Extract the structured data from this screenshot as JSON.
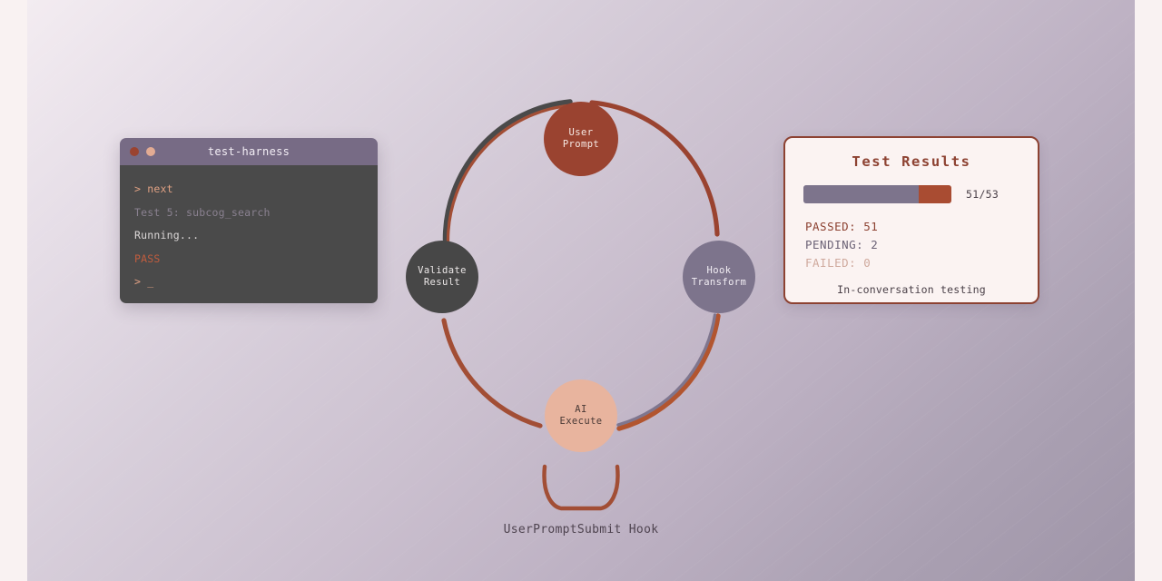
{
  "theme": {
    "accent_brown": "#8d4232",
    "accent_purple": "#7d748c",
    "bg_light": "#f3ecf1",
    "bg_dark": "#9f95a8",
    "card_bg": "#fbf3f2",
    "terminal_bg": "#4a4a4a",
    "terminal_titlebar": "#776b85"
  },
  "terminal": {
    "title": "test-harness",
    "dots": [
      {
        "name": "close-dot",
        "color": "#9a4330"
      },
      {
        "name": "minimize-dot",
        "color": "#e2ab93"
      }
    ],
    "lines": [
      {
        "text": "> next",
        "color": "#e0a183"
      },
      {
        "text": "Test 5: subcog_search",
        "color": "#8a8190"
      },
      {
        "text": "Running...",
        "color": "#dcd8d8"
      },
      {
        "text": "PASS",
        "color": "#c05c3e"
      },
      {
        "text": "> _",
        "color": "#e0a183"
      }
    ]
  },
  "results": {
    "title": "Test Results",
    "progress": {
      "count_label": "51/53",
      "passed": 51,
      "pending": 2,
      "total": 53,
      "fill_percent": 78,
      "tail_percent": 22
    },
    "stats": [
      {
        "key": "passed",
        "label": "PASSED: 51",
        "color": "#8d4232"
      },
      {
        "key": "pending",
        "label": "PENDING: 2",
        "color": "#6b6276"
      },
      {
        "key": "failed",
        "label": "FAILED: 0",
        "color": "#cfa99d"
      }
    ],
    "footer": "In-conversation testing"
  },
  "cycle": {
    "nodes": [
      {
        "id": "user-prompt",
        "line1": "User",
        "line2": "Prompt",
        "fill": "#9a4330",
        "text_color": "#f6e9e4",
        "position": "top"
      },
      {
        "id": "hook-transform",
        "line1": "Hook",
        "line2": "Transform",
        "fill": "#7d748c",
        "text_color": "#f2eef4",
        "position": "right"
      },
      {
        "id": "ai-execute",
        "line1": "AI",
        "line2": "Execute",
        "fill": "#e8b49e",
        "text_color": "#4a3a36",
        "position": "bottom"
      },
      {
        "id": "validate-result",
        "line1": "Validate",
        "line2": "Result",
        "fill": "#474747",
        "text_color": "#ebe7e7",
        "position": "left"
      }
    ],
    "arcs": [
      {
        "id": "arc-top-left",
        "from": "validate-result",
        "to": "user-prompt",
        "outer_color": "#4a4a4a",
        "inner_color": "#a24e35"
      },
      {
        "id": "arc-top-right",
        "from": "user-prompt",
        "to": "hook-transform",
        "outer_color": "#9a4330",
        "inner_color": "#9a4330"
      },
      {
        "id": "arc-bottom-right",
        "from": "hook-transform",
        "to": "ai-execute",
        "outer_color": "#b2552f",
        "inner_color": "#7d748c"
      },
      {
        "id": "arc-bottom-left",
        "from": "ai-execute",
        "to": "validate-result",
        "outer_color": "#a24e35",
        "inner_color": "#a24e35"
      }
    ]
  },
  "hook": {
    "label": "UserPromptSubmit Hook",
    "stroke_color": "#a24e35",
    "shape": "u-hook"
  }
}
